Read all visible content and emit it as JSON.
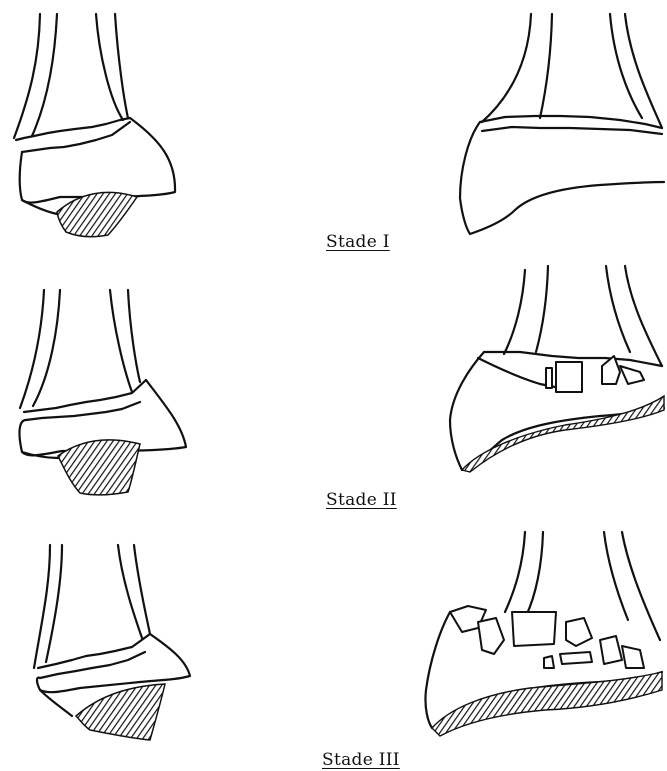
{
  "stages": [
    {
      "label": "Stade I"
    },
    {
      "label": "Stade II"
    },
    {
      "label": "Stade III"
    }
  ]
}
